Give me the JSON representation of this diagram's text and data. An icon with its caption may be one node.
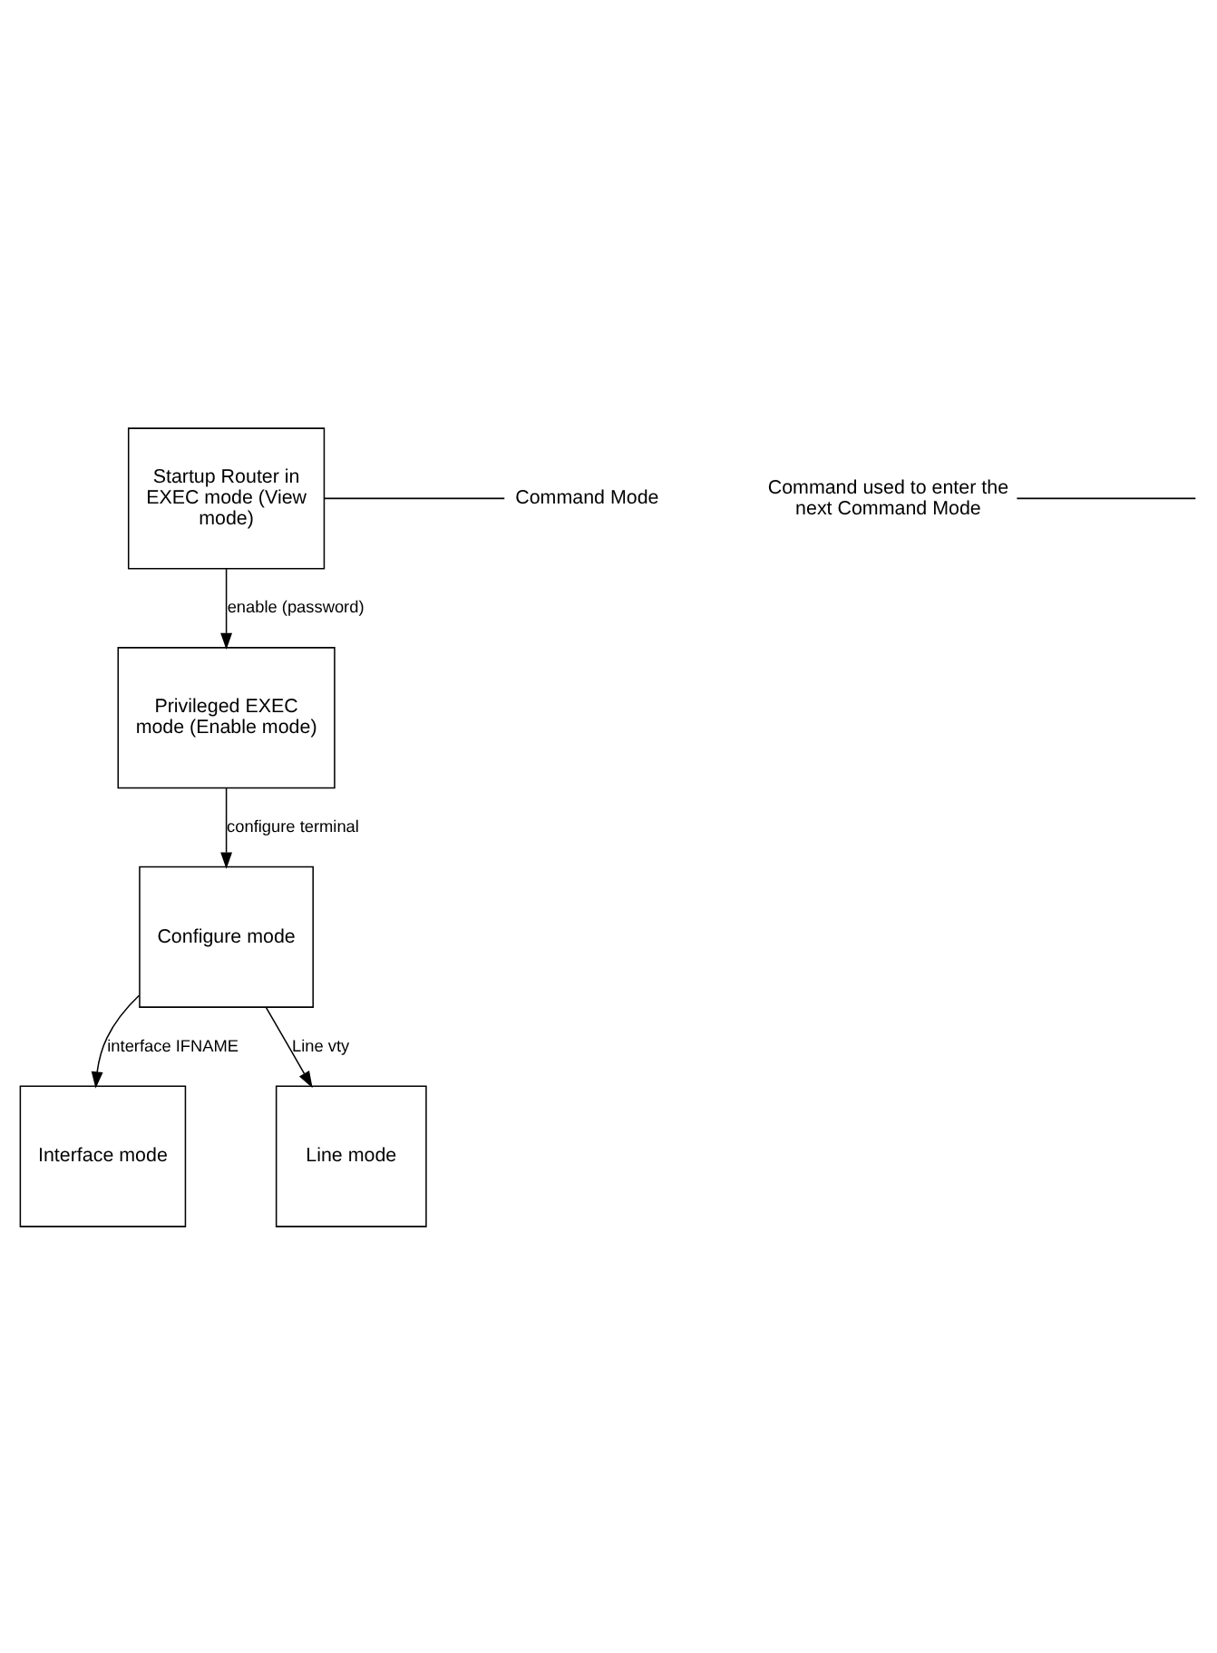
{
  "diagram": {
    "nodes": [
      {
        "text": [
          "Startup Router in EXEC mode (View mode)"
        ]
      },
      {
        "text": [
          "Privileged EXEC mode (Enable mode)"
        ]
      },
      {
        "text": [
          "Configure mode"
        ]
      },
      {
        "text": [
          "Interface mode"
        ]
      },
      {
        "text": [
          "Line mode"
        ]
      },
      {
        "text": [
          "Command Mode"
        ]
      },
      {
        "text": [
          "Command used to enter the next Command Mode"
        ]
      }
    ],
    "edges": [
      {
        "from": 0,
        "to": 1,
        "arrow": "to",
        "label": "enable (password)"
      },
      {
        "from": 1,
        "to": 2,
        "arrow": "to",
        "label": "configure terminal"
      },
      {
        "from": 2,
        "to": 3,
        "arrow": "to",
        "label": "interface IFNAME"
      },
      {
        "from": 2,
        "to": 4,
        "arrow": "to",
        "label": "Line vty"
      },
      {
        "from": 5,
        "to": 0,
        "arrow": "none"
      },
      {
        "from": 6,
        "to": null,
        "arrow": "none"
      }
    ]
  }
}
